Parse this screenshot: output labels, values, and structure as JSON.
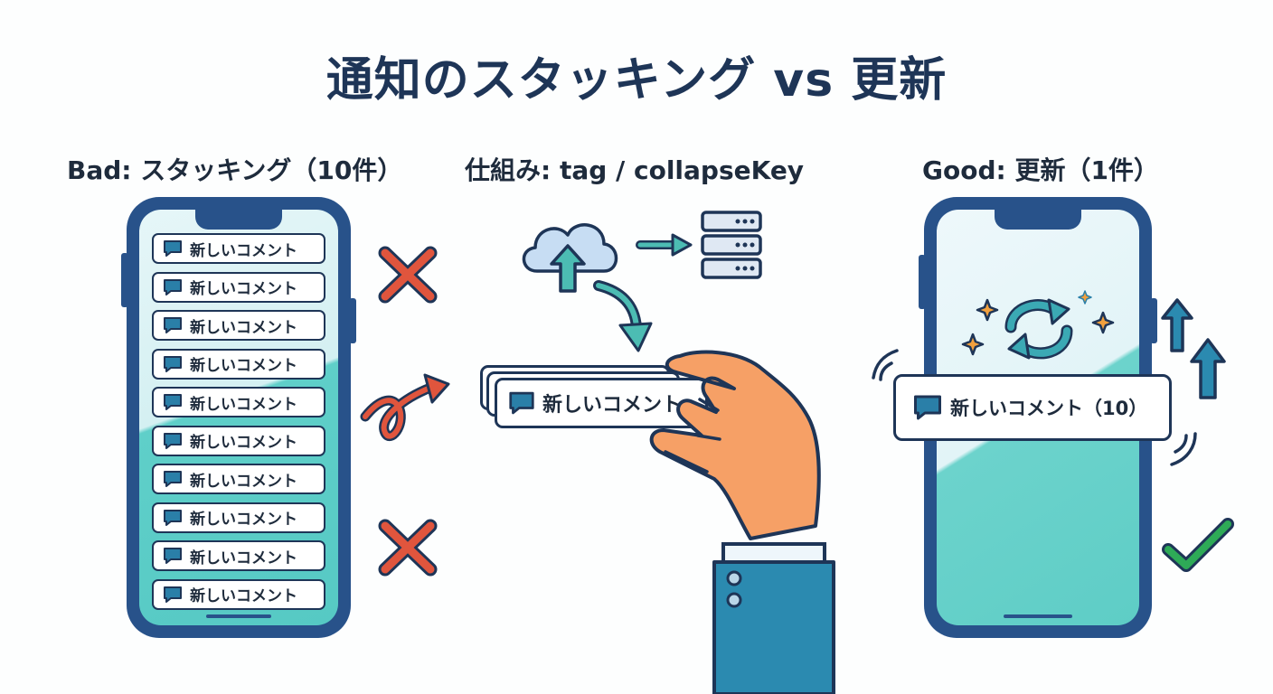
{
  "title": "通知のスタッキング vs 更新",
  "bad": {
    "label": "Bad: スタッキング（10件）",
    "notifications": [
      "新しいコメント",
      "新しいコメント",
      "新しいコメント",
      "新しいコメント",
      "新しいコメント",
      "新しいコメント",
      "新しいコメント",
      "新しいコメント",
      "新しいコメント",
      "新しいコメント"
    ]
  },
  "mechanism": {
    "label": "仕組み: tag / collapseKey",
    "card_text": "新しいコメント"
  },
  "good": {
    "label": "Good: 更新（1件）",
    "card_text": "新しいコメント（10）"
  },
  "colors": {
    "phone": "#28528a",
    "teal": "#4fc3bd",
    "bad_mark": "#e0553d",
    "good_mark": "#2eaa57"
  }
}
